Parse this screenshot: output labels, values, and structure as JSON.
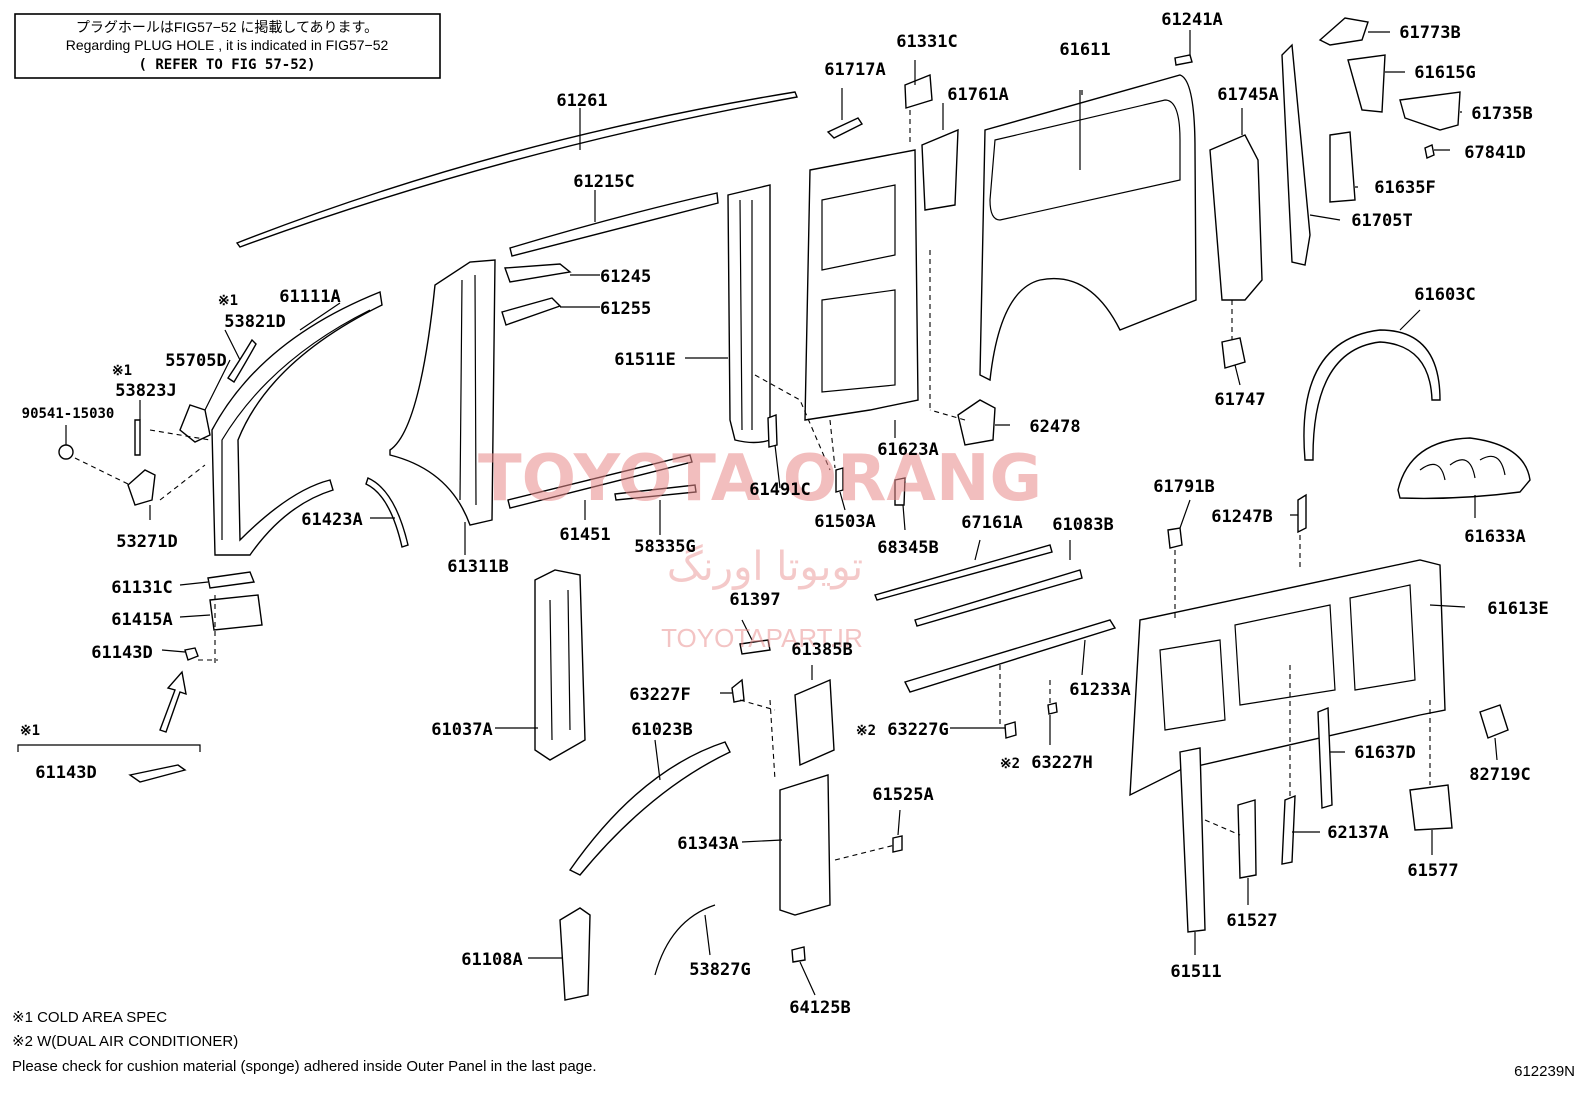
{
  "notice": {
    "line1": "プラグホールはFIG57−52 に掲載してあります。",
    "line2": "Regarding PLUG HOLE , it is indicated in FIG57−52",
    "line3": "( REFER TO FIG 57-52)"
  },
  "watermark": {
    "brand": "TOYOTA ORANG",
    "persian": "تویوتا اورنگ",
    "site": "TOYOTAPART.IR"
  },
  "parts": {
    "p61261": "61261",
    "p61215C": "61215C",
    "p61245": "61245",
    "p61255": "61255",
    "p61111A": "61111A",
    "p53821D": "53821D",
    "p55705D": "55705D",
    "p53823J": "53823J",
    "p90541": "90541-15030",
    "p53271D": "53271D",
    "p61131C": "61131C",
    "p61415A": "61415A",
    "p61143D_a": "61143D",
    "p61143D_b": "61143D",
    "p61423A": "61423A",
    "p61311B": "61311B",
    "p61511E": "61511E",
    "p61451": "61451",
    "p58335G": "58335G",
    "p61491C": "61491C",
    "p61503A": "61503A",
    "p68345B": "68345B",
    "p61717A": "61717A",
    "p61331C": "61331C",
    "p61761A": "61761A",
    "p61611": "61611",
    "p61623A": "61623A",
    "p62478": "62478",
    "p61241A": "61241A",
    "p61745A": "61745A",
    "p61747": "61747",
    "p61773B": "61773B",
    "p61615G": "61615G",
    "p61735B": "61735B",
    "p67841D": "67841D",
    "p61635F": "61635F",
    "p61705T": "61705T",
    "p61603C": "61603C",
    "p61633A": "61633A",
    "p61791B": "61791B",
    "p61247B": "61247B",
    "p61613E": "61613E",
    "p67161A": "67161A",
    "p61083B": "61083B",
    "p61397": "61397",
    "p61385B": "61385B",
    "p61233A": "61233A",
    "p63227F": "63227F",
    "p63227G": "63227G",
    "p63227H": "63227H",
    "p61037A": "61037A",
    "p61023B": "61023B",
    "p61343A": "61343A",
    "p61525A": "61525A",
    "p61108A": "61108A",
    "p53827G": "53827G",
    "p64125B": "64125B",
    "p61637D": "61637D",
    "p82719C": "82719C",
    "p62137A": "62137A",
    "p61577": "61577",
    "p61527": "61527",
    "p61511": "61511"
  },
  "marks": {
    "m1": "※1",
    "m2": "※2"
  },
  "footnotes": {
    "f1": "※1 COLD AREA SPEC",
    "f2": "※2 W(DUAL AIR CONDITIONER)",
    "f3": "Please check for cushion material (sponge) adhered inside Outer Panel in the last page."
  },
  "figure_id": "612239N"
}
